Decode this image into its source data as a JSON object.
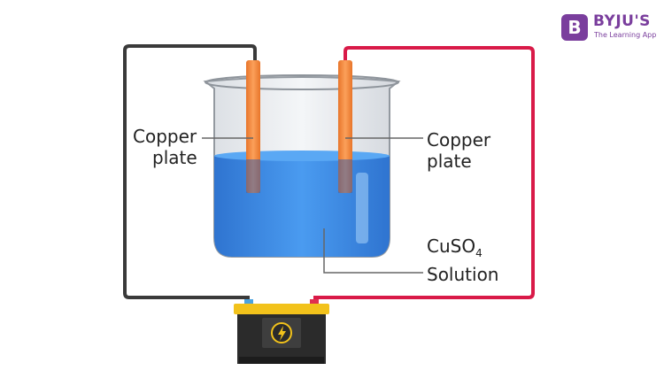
{
  "brand": {
    "logo_letter": "B",
    "name": "BYJU'S",
    "tagline": "The Learning App",
    "color": "#7a3e9d"
  },
  "labels": {
    "left_electrode": [
      "Copper",
      "plate"
    ],
    "right_electrode": [
      "Copper",
      "plate"
    ],
    "solution_formula": "CuSO",
    "solution_subscript": "4",
    "solution_word": "Solution"
  },
  "battery": {
    "icon": "lightning-bolt-icon"
  },
  "colors": {
    "negative_wire": "#3a3a3a",
    "positive_wire": "#d91a48",
    "electrode": "#f5893a",
    "solution": "#3f8ee6",
    "battery_top": "#f2c21b",
    "battery_body": "#2b2b2b"
  }
}
